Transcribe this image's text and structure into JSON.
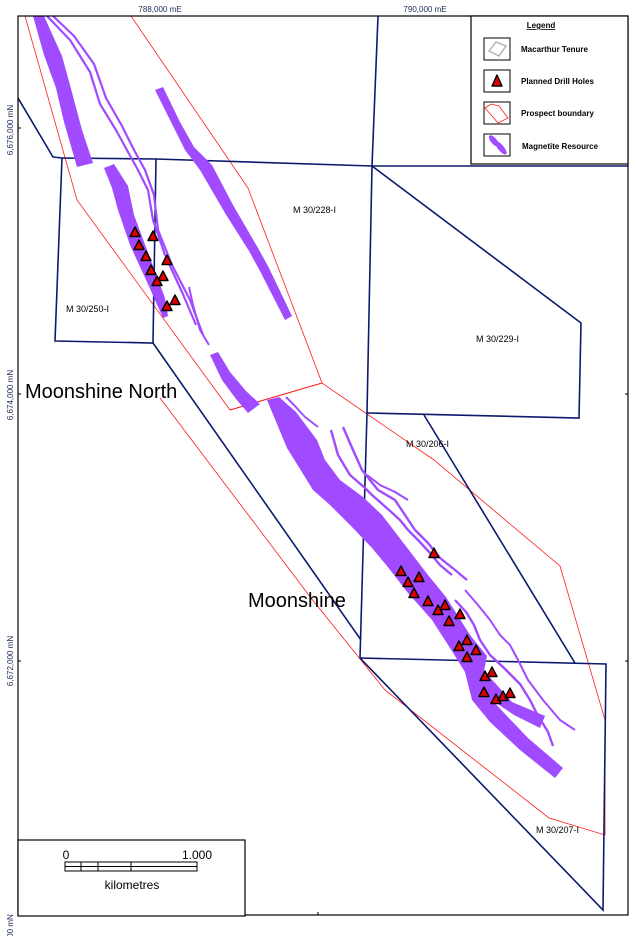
{
  "map": {
    "grid_labels": {
      "easting": [
        "788,000 mE",
        "790,000 mE"
      ],
      "northing": [
        "6,676,000 mN",
        "6,674,000 mN",
        "6,672,000 mN",
        "00 mN"
      ]
    },
    "area_labels": {
      "north": "Moonshine North",
      "south": "Moonshine"
    },
    "tenements": [
      {
        "id": "M 30/250-I"
      },
      {
        "id": "M 30/228-I"
      },
      {
        "id": "M 30/229-I"
      },
      {
        "id": "M 30/206-I"
      },
      {
        "id": "M 30/207-I"
      }
    ],
    "colors": {
      "tenure": "#0c1a6e",
      "prospect_boundary": "#ff1a1a",
      "magnetite": "#a04bff",
      "drill_hole": "#e00000"
    }
  },
  "legend": {
    "title": "Legend",
    "items": [
      {
        "label": "Macarthur Tenure",
        "icon": "tenure-polygon-icon"
      },
      {
        "label": "Planned Drill Holes",
        "icon": "red-triangle-icon"
      },
      {
        "label": "Prospect boundary",
        "icon": "red-polygon-icon"
      },
      {
        "label": "Magnetite Resource",
        "icon": "purple-lens-icon"
      }
    ]
  },
  "scale_bar": {
    "start": "0",
    "end": "1.000",
    "unit": "kilometres"
  }
}
